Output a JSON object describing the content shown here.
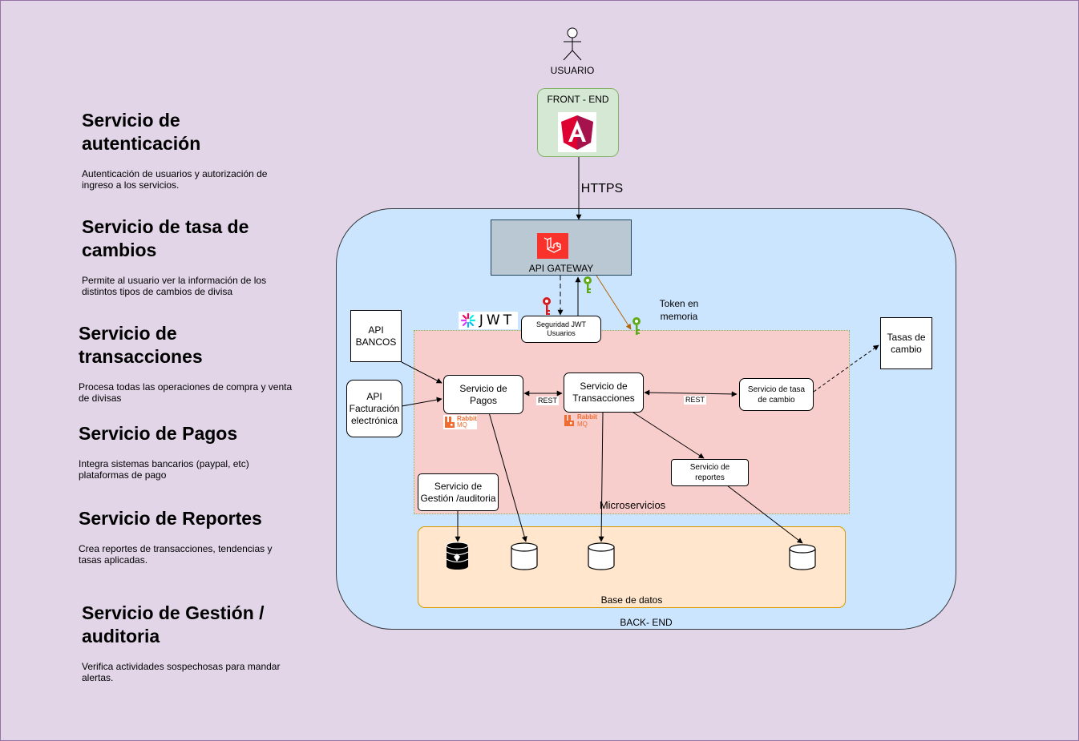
{
  "services": [
    {
      "title": "Servicio de autenticación",
      "description": "Autenticación de usuarios y autorización de ingreso a los servicios."
    },
    {
      "title": "Servicio de tasa de cambios",
      "description": "Permite al usuario ver la información de los distintos tipos de cambios de divisa"
    },
    {
      "title": "Servicio de transacciones",
      "description": "Procesa todas las operaciones de compra y venta de divisas"
    },
    {
      "title": "Servicio de Pagos",
      "description": "Integra sistemas bancarios (paypal, etc) plataformas de pago"
    },
    {
      "title": "Servicio de Reportes",
      "description": "Crea reportes de transacciones, tendencias y tasas aplicadas."
    },
    {
      "title": "Servicio de Gestión / auditoria",
      "description": "Verifica actividades sospechosas para mandar alertas."
    }
  ],
  "diagram": {
    "user_label": "USUARIO",
    "frontend_label": "FRONT - END",
    "https_label": "HTTPS",
    "gateway_label": "API GATEWAY",
    "jwt_logo": "JWT",
    "jwt_security": "Seguridad JWT Usuarios",
    "token_label": "Token en memoria",
    "api_bancos": "API BANCOS",
    "api_facturacion": "API Facturación electrónica",
    "servicio_pagos": "Servicio de Pagos",
    "servicio_transacciones": "Servicio de Transacciones",
    "servicio_tasa": "Servicio de tasa de cambio",
    "servicio_reportes": "Servicio de reportes",
    "servicio_gestion": "Servicio de Gestión /auditoria",
    "tasas_cambio": "Tasas de cambio",
    "rest_label_1": "REST",
    "rest_label_2": "REST",
    "rabbit_label": "Rabbit",
    "mq_label": "MQ",
    "microservicios_label": "Microservicios",
    "base_datos_label": "Base de datos",
    "backend_label": "BACK- END"
  },
  "colors": {
    "background": "#e1d5e7",
    "backend": "#cce5ff",
    "frontend": "#d5e8d4",
    "microservices": "#f8cecc",
    "database": "#ffe6cc",
    "gateway": "#bac8d3",
    "rabbit": "#f06b2f",
    "laravel": "#f9322c",
    "angular": "#dd0031"
  }
}
